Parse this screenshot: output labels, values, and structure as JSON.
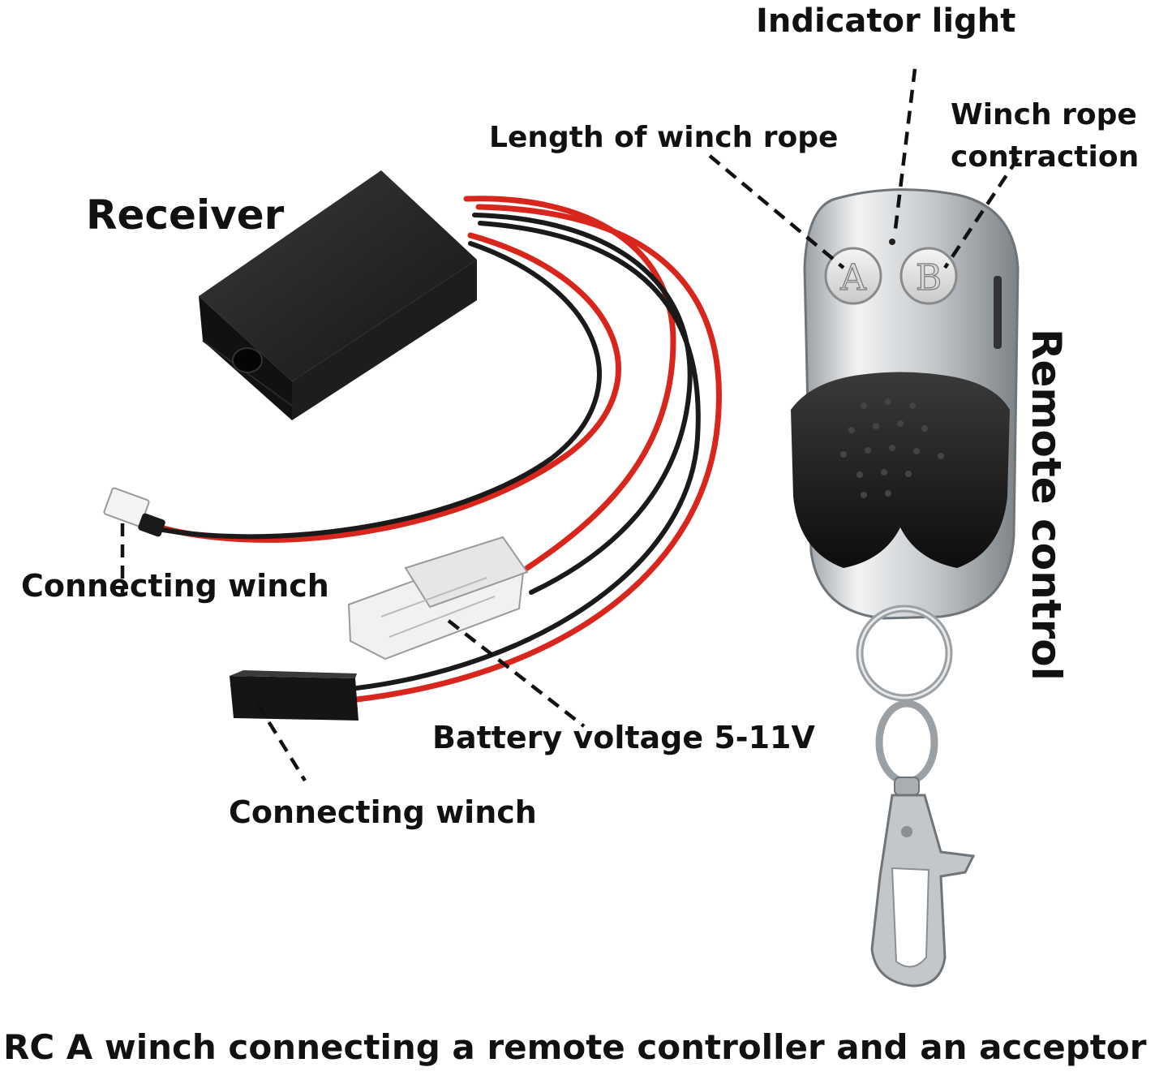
{
  "labels": {
    "receiver": "Receiver",
    "indicator_light": "Indicator light",
    "length_of_winch_rope": "Length of winch rope",
    "winch_rope_contraction_line1": "Winch rope",
    "winch_rope_contraction_line2": "contraction",
    "remote_control": "Remote control",
    "connecting_winch_top": "Connecting winch",
    "battery_voltage": "Battery voltage 5-11V",
    "connecting_winch_bottom": "Connecting winch"
  },
  "remote": {
    "button_a": "A",
    "button_b": "B"
  },
  "caption": "RC A winch connecting a remote controller and an acceptor",
  "colors": {
    "wire_red": "#d8261c",
    "wire_black": "#1a1a1a",
    "receiver_body": "#1c1c1c",
    "remote_metal": "#cfd2d4",
    "remote_rubber": "#161616"
  }
}
